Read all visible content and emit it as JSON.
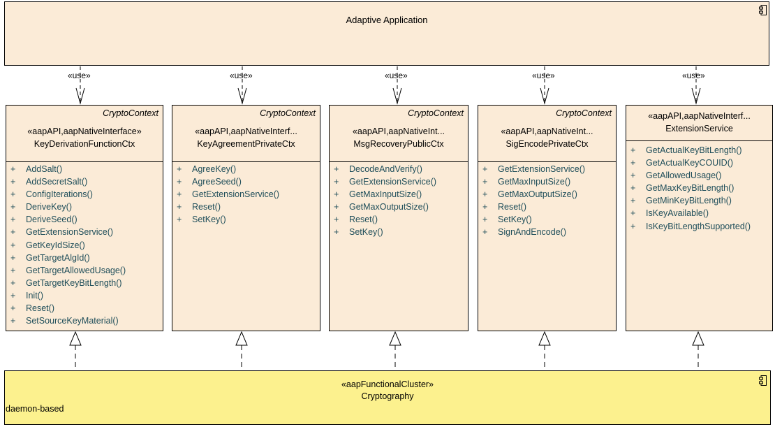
{
  "application": {
    "title": "Adaptive Application",
    "icon": "component-icon"
  },
  "use_label": "«use»",
  "interfaces": [
    {
      "context": "CryptoContext",
      "stereotype": "«aapAPI,aapNativeInterface»",
      "name": "KeyDerivationFunctionCtx",
      "methods": [
        "AddSalt()",
        "AddSecretSalt()",
        "ConfigIterations()",
        "DeriveKey()",
        "DeriveSeed()",
        "GetExtensionService()",
        "GetKeyIdSize()",
        "GetTargetAlgId()",
        "GetTargetAllowedUsage()",
        "GetTargetKeyBitLength()",
        "Init()",
        "Reset()",
        "SetSourceKeyMaterial()"
      ]
    },
    {
      "context": "CryptoContext",
      "stereotype": "«aapAPI,aapNativeInterf...",
      "name": "KeyAgreementPrivateCtx",
      "methods": [
        "AgreeKey()",
        "AgreeSeed()",
        "GetExtensionService()",
        "Reset()",
        "SetKey()"
      ]
    },
    {
      "context": "CryptoContext",
      "stereotype": "«aapAPI,aapNativeInt...",
      "name": "MsgRecoveryPublicCtx",
      "methods": [
        "DecodeAndVerify()",
        "GetExtensionService()",
        "GetMaxInputSize()",
        "GetMaxOutputSize()",
        "Reset()",
        "SetKey()"
      ]
    },
    {
      "context": "CryptoContext",
      "stereotype": "«aapAPI,aapNativeInt...",
      "name": "SigEncodePrivateCtx",
      "methods": [
        "GetExtensionService()",
        "GetMaxInputSize()",
        "GetMaxOutputSize()",
        "Reset()",
        "SetKey()",
        "SignAndEncode()"
      ]
    },
    {
      "context": "",
      "stereotype": "«aapAPI,aapNativeInterf...",
      "name": "ExtensionService",
      "methods": [
        "GetActualKeyBitLength()",
        "GetActualKeyCOUID()",
        "GetAllowedUsage()",
        "GetMaxKeyBitLength()",
        "GetMinKeyBitLength()",
        "IsKeyAvailable()",
        "IsKeyBitLengthSupported()"
      ]
    }
  ],
  "cluster": {
    "stereotype": "«aapFunctionalCluster»",
    "name": "Cryptography",
    "note": "daemon-based",
    "icon": "component-icon"
  },
  "colors": {
    "application_fill": "#fbebd7",
    "interface_fill": "#fbebd7",
    "cluster_fill": "#fcf18e",
    "method_text": "#1f4e5a"
  }
}
